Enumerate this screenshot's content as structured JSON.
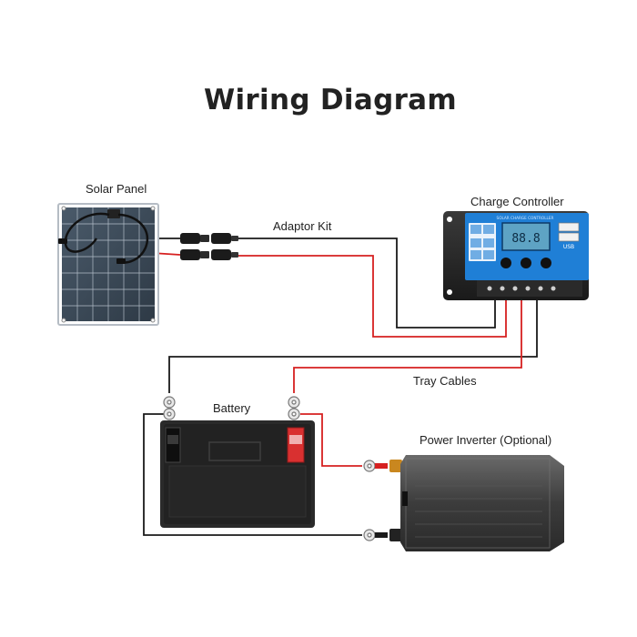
{
  "title": "Wiring Diagram",
  "labels": {
    "solar_panel": "Solar Panel",
    "adaptor_kit": "Adaptor Kit",
    "charge_controller": "Charge Controller",
    "tray_cables": "Tray Cables",
    "battery": "Battery",
    "power_inverter": "Power Inverter (Optional)"
  },
  "controller": {
    "header_text": "SOLAR CHARGE CONTROLLER",
    "usb_text": "USB"
  },
  "colors": {
    "positive_wire": "#d62020",
    "negative_wire": "#1a1a1a",
    "controller_face": "#1f7fd6",
    "battery_positive": "#d93030"
  }
}
